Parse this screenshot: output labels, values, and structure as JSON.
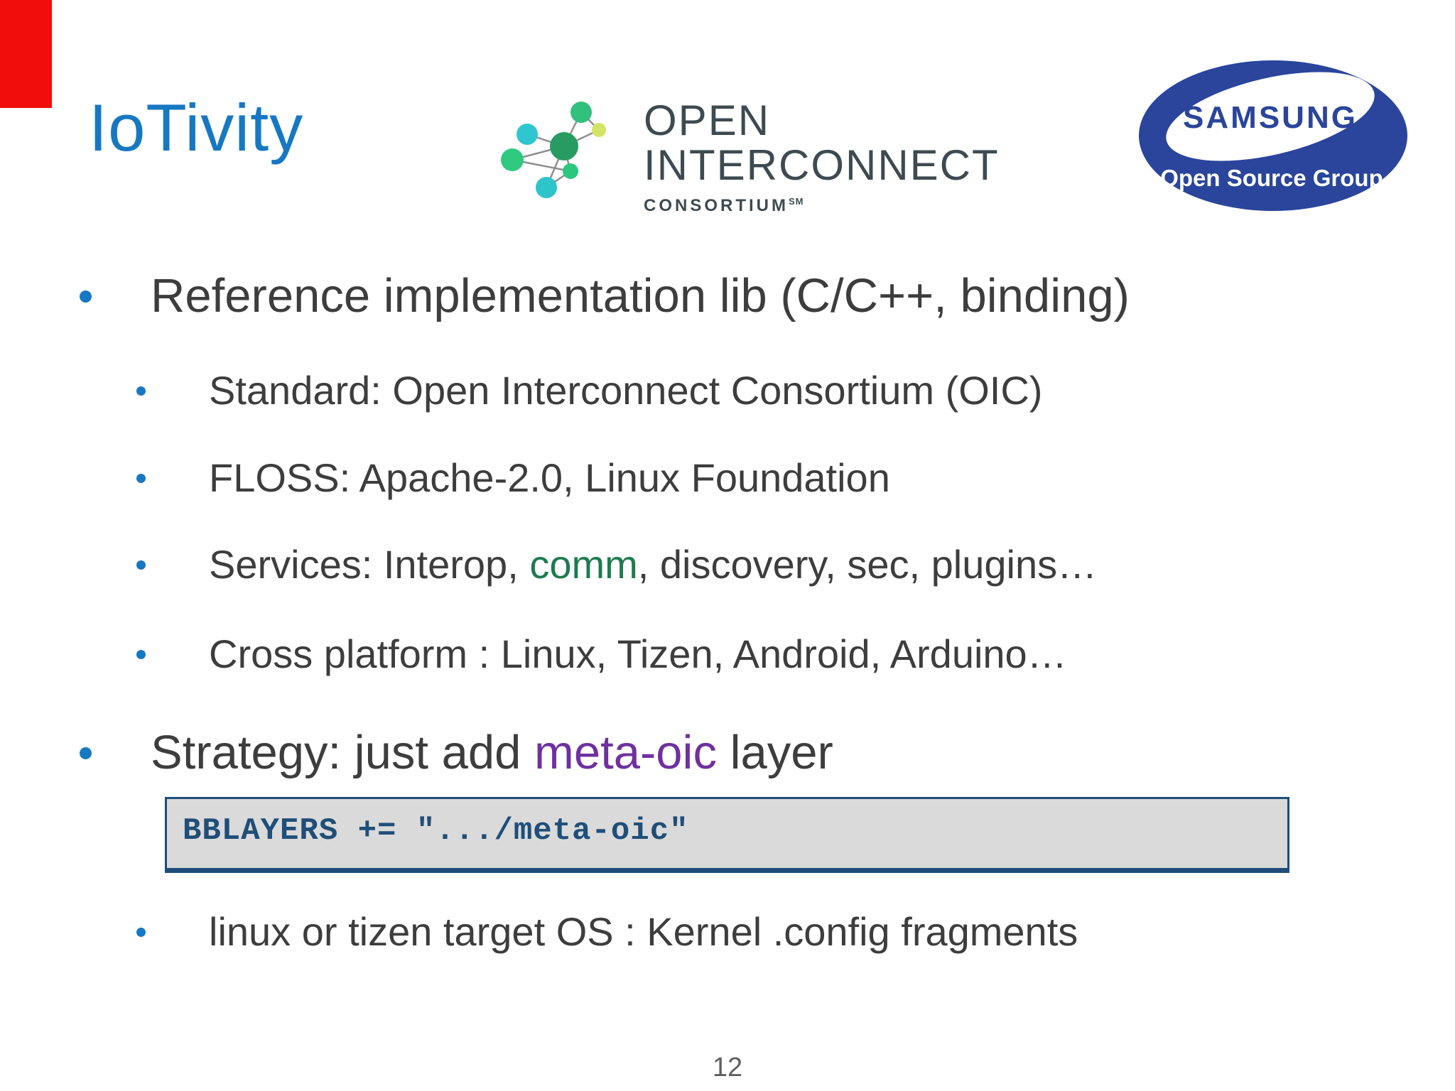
{
  "slide": {
    "title": "IoTivity",
    "page_number": "12",
    "colors": {
      "accent_blue": "#1778c2",
      "body_text": "#3d3d3d",
      "services_green": "#1e7b4f",
      "meta_oic_purple": "#7030a0",
      "code_blue": "#1f4e79",
      "code_background": "#dadada",
      "samsung_blue": "#2a459b",
      "oic_text_gray": "#3d4b51",
      "red_corner_block": "#f20d0d",
      "page_number_gray": "#5f5f5f"
    }
  },
  "oic_logo": {
    "line1": "OPEN",
    "line2": "INTERCONNECT",
    "line3": "CONSORTIUM",
    "sm_mark": "SM"
  },
  "samsung_logo": {
    "brand": "SAMSUNG",
    "subtitle": "Open Source Group"
  },
  "bullets": {
    "b1": "Reference implementation lib (C/C++, binding)",
    "sub1": "Standard: Open Interconnect Consortium (OIC)",
    "sub2": "FLOSS: Apache-2.0, Linux Foundation",
    "sub3_pre": "Services: Interop, ",
    "sub3_green": "comm",
    "sub3_post": ", discovery, sec, plugins…",
    "sub4": "Cross platform : Linux, Tizen, Android, Arduino…",
    "b2_pre": "Strategy: just add ",
    "b2_purple": "meta-oic",
    "b2_post": " layer",
    "code": "BBLAYERS += \".../meta-oic\"",
    "sub5": "linux or tizen target OS : Kernel .config fragments"
  }
}
